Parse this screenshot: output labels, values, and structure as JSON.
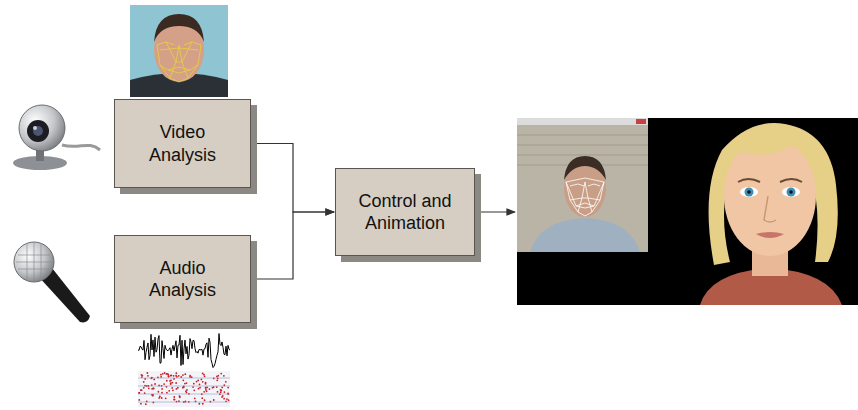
{
  "diagram": {
    "nodes": [
      {
        "text": [
          "Video Analysis"
        ]
      },
      {
        "text": [
          "Audio Analysis"
        ]
      },
      {
        "text": [
          "Control and Animation"
        ]
      }
    ],
    "edges": [
      {
        "from": 0,
        "to": 2,
        "arrow": "to"
      },
      {
        "from": 1,
        "to": 2,
        "arrow": "to"
      }
    ]
  }
}
